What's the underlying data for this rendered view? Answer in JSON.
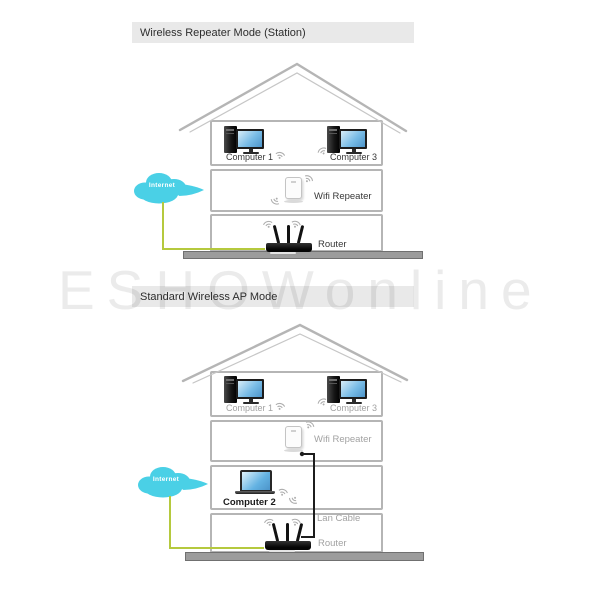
{
  "colors": {
    "cloud": "#4ad0e6",
    "internet_line": "#b5c93e",
    "title_bar_bg": "#e9e9e9",
    "house_outline": "#b5b5b5",
    "ground": "#9c9c9c",
    "gray_label": "#a2a2a2",
    "dark_label": "#383838"
  },
  "watermark": {
    "text": "ESHOWonline"
  },
  "repeater_mode": {
    "title": "Wireless Repeater Mode (Station)",
    "internet": "Internet",
    "computer1": "Computer 1",
    "computer3": "Computer 3",
    "wifi_repeater": "Wifi Repeater",
    "router": "Router"
  },
  "ap_mode": {
    "title": "Standard Wireless AP Mode",
    "internet": "Internet",
    "computer1": "Computer 1",
    "computer3": "Computer 3",
    "wifi_repeater": "Wifi Repeater",
    "computer2": "Computer 2",
    "lan_cable": "Lan Cable",
    "router": "Router"
  }
}
